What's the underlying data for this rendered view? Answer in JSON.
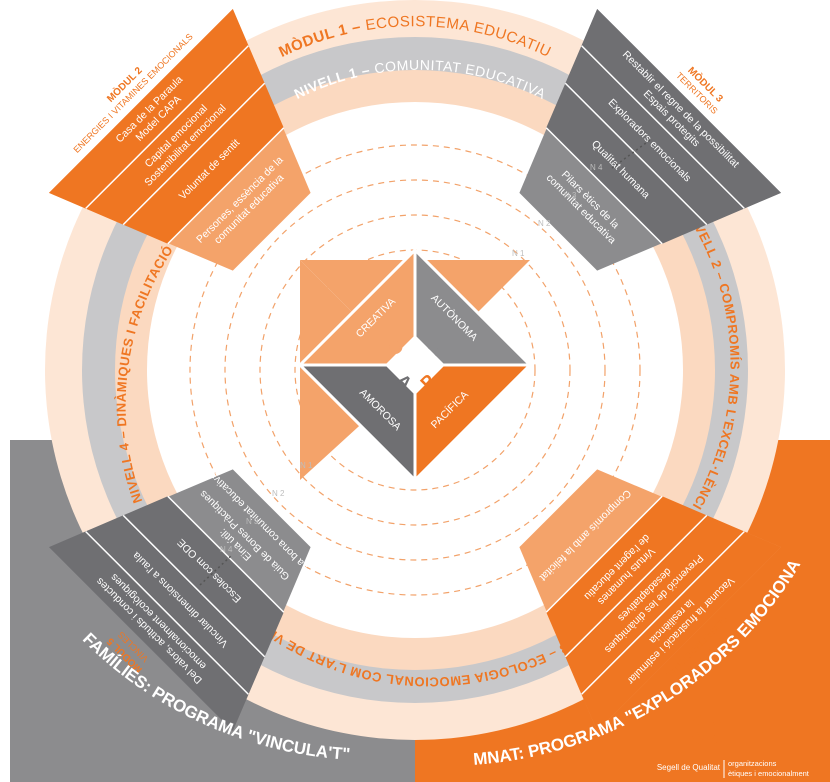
{
  "colors": {
    "orange": "#ef7622",
    "peach": "#fbd9c0",
    "pale": "#fde6d5",
    "grey": "#8c8c8e",
    "dark_grey": "#6f6f72",
    "light_grey": "#c8c8ca",
    "white": "#ffffff"
  },
  "rings": {
    "modul1_prefix": "MÒDUL 1 – ",
    "modul1_name": "ECOSISTEMA EDUCATIU",
    "nivell1_prefix": "NIVELL 1 – ",
    "nivell1_name": "COMUNITAT EDUCATIVA",
    "nivell2": "NIVELL 2 – COMPROMÍS AMB L'EXCEL·LÈNCIA",
    "nivell3": "NIVELL 3 – ECOLOGIA EMOCIONAL COM L'ART DE VIURE",
    "nivell4": "NIVELL 4 – DINÀMIQUES I FACILITACIÓ DE GRUPS"
  },
  "modules": {
    "m2": {
      "title": "MÒDUL 2",
      "subtitle": "ENERGIES I VITAMINES EMOCIONALS",
      "items": [
        "Casa de la Paraula",
        "Model CAPA",
        "Capital emocional",
        "Sostenibilitat emocional",
        "Voluntat de sentit",
        "Persones, essència de la",
        "comunitat educativa"
      ]
    },
    "m3": {
      "title": "MÒDUL 3",
      "subtitle": "TERRITORIS",
      "items": [
        "Restablir el regne de la possibilitat",
        "Espais protegits",
        "Exploradors emocionals",
        "Qualitat humana",
        "Pilars ètics de la",
        "comunitat educativa"
      ]
    },
    "m4": {
      "title": "MÒDUL 4",
      "subtitle": "CLIMA EMOCIONAL",
      "items": [
        "Vacunar la frustració i estimular",
        "la resiliència",
        "Prevenció de les dinàmiques",
        "desadaptatives",
        "Virtuts humanes",
        "de l'agent educatiu",
        "Compromís amb la felicitat"
      ]
    },
    "m5": {
      "title": "MÒDUL 5",
      "subtitle": "VINCLES",
      "items": [
        "Del valors, actituds i conductes",
        "emocionalment ecològiques",
        "Vincular dimensions a l'aula",
        "Escoles com ODE",
        "Eina útil:",
        "Guia de Bones Pràctiques",
        "La bona comunitat educativa"
      ]
    }
  },
  "capa": {
    "c_word": "CREATIVA",
    "c_letter": "C",
    "a1_word": "AUTÒNOMA",
    "a1_letter": "A",
    "p_word": "PACÍFICA",
    "p_letter": "P",
    "a2_word": "AMOROSA",
    "a2_letter": "A"
  },
  "level_markers": [
    "N 1",
    "N 2",
    "N 3",
    "N 4"
  ],
  "bottom": {
    "left": "FAMÍLIES: PROGRAMA \"VINCULA'T\"",
    "right": "ALUMNAT: PROGRAMA \"EXPLORADORS EMOCIONALS\""
  },
  "logo": {
    "mark": "OEE",
    "seal": "Segell de Qualitat",
    "line1": "organitzacions",
    "line2": "ètiques i emocionalment"
  }
}
